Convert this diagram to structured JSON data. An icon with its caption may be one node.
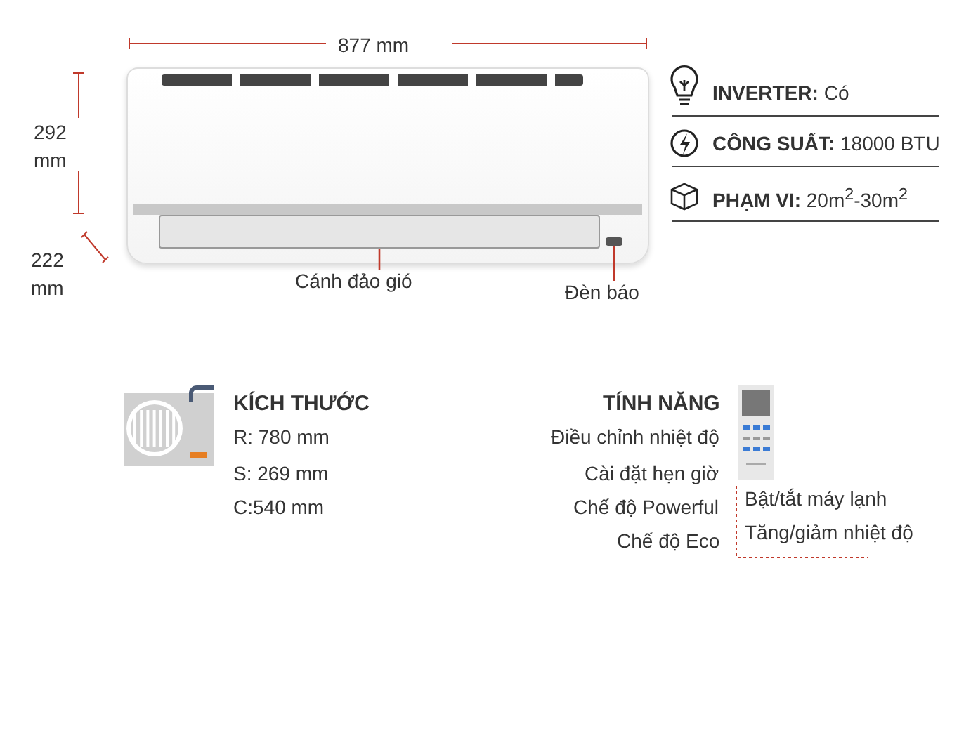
{
  "diagram": {
    "nodes": [
      {
        "text": [],
        "shape": "picture"
      },
      {
        "text": [],
        "shape": "bar",
        "in": 0
      },
      {
        "text": [],
        "shape": "box",
        "in": 0
      },
      {
        "text": [
          "Cánh đảo gió"
        ]
      },
      {
        "text": [
          "Đèn báo"
        ]
      }
    ],
    "edges": [
      {
        "from": 3,
        "to": 1,
        "arrow": "none"
      },
      {
        "from": 4,
        "to": 2,
        "arrow": "none"
      }
    ],
    "labels": [
      "877 mm",
      "292 mm",
      "222 mm",
      "**INVERTER:** Có",
      "**CÔNG SUẤT:** 18000 BTU",
      "**PHẠM VI:** 20m$^{2}$-30m$^{2}$",
      "KÍCH THƯỚC",
      "R: 780 mm",
      "S: 269 mm",
      "C:540 mm",
      "TÍNH NĂNG",
      "Điều chỉnh nhiệt độ",
      "Cài đặt hẹn giờ",
      "Chế độ Powerful",
      "Chế độ Eco",
      "Bật/tắt máy lạnh",
      "Tăng/giảm nhiệt độ"
    ]
  }
}
